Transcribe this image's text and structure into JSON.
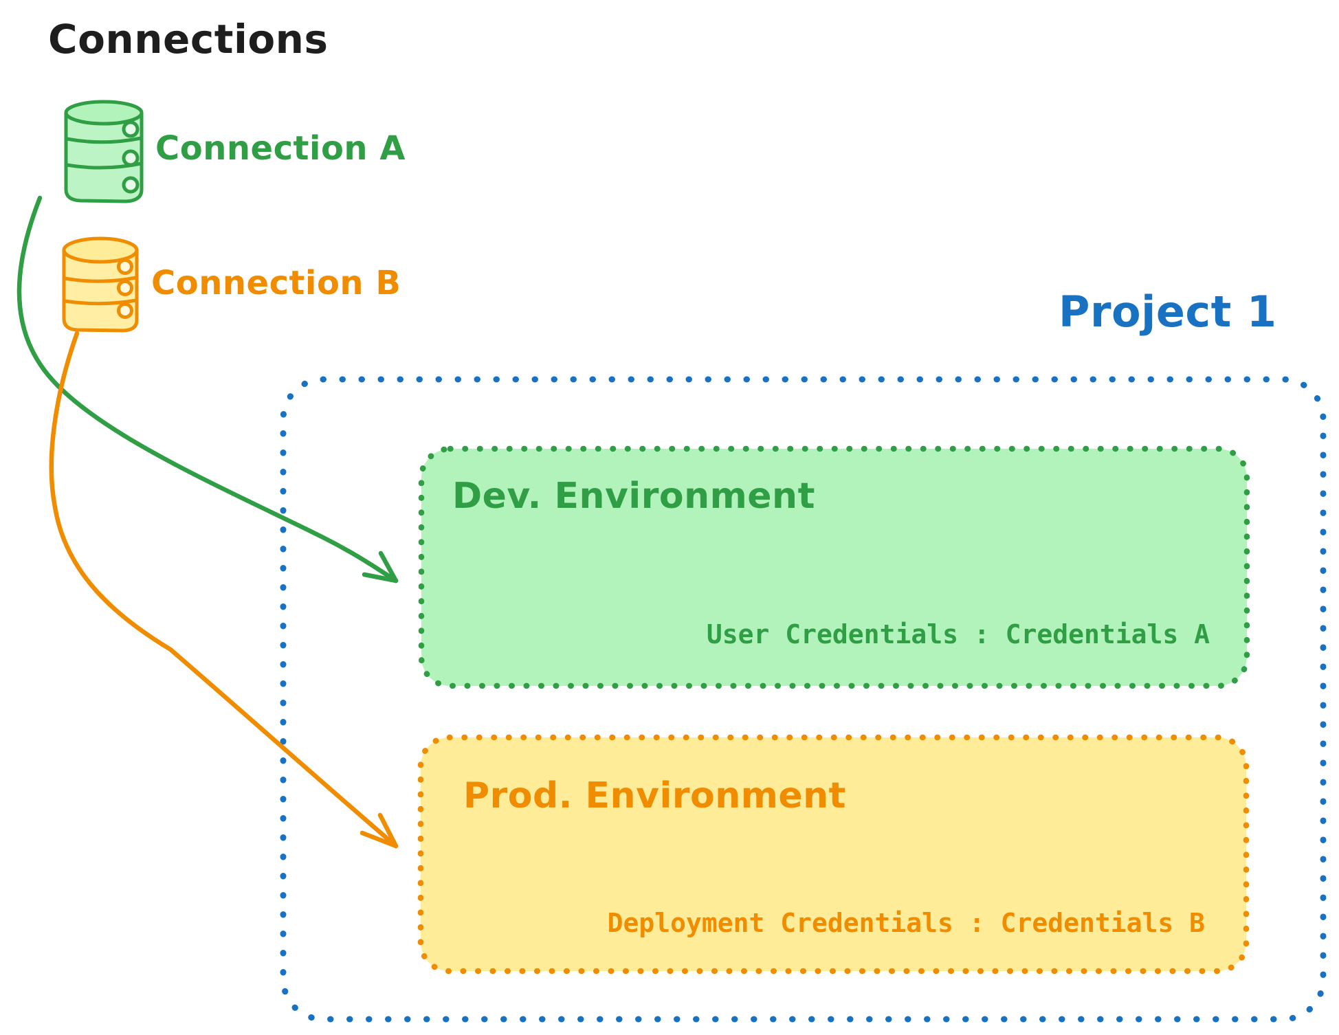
{
  "colors": {
    "ink": "#1e1e1e",
    "blue": "#1971c2",
    "green": "#2f9e44",
    "green_fill": "#b2f2bb",
    "orange": "#f08c00",
    "orange_fill": "#ffec99",
    "background": "#ffffff"
  },
  "connections": {
    "title": "Connections",
    "items": [
      {
        "label": "Connection A",
        "icon": "database-icon",
        "color": "green"
      },
      {
        "label": "Connection B",
        "icon": "database-icon",
        "color": "orange"
      }
    ]
  },
  "project": {
    "title": "Project 1",
    "environments": [
      {
        "name": "Dev. Environment",
        "credentials_label": "User Credentials : Credentials A",
        "color": "green"
      },
      {
        "name": "Prod. Environment",
        "credentials_label": "Deployment Credentials : Credentials B",
        "color": "orange"
      }
    ]
  },
  "arrows": [
    {
      "from": "Connection A",
      "to": "Dev. Environment",
      "color": "green"
    },
    {
      "from": "Connection B",
      "to": "Prod. Environment",
      "color": "orange"
    }
  ]
}
